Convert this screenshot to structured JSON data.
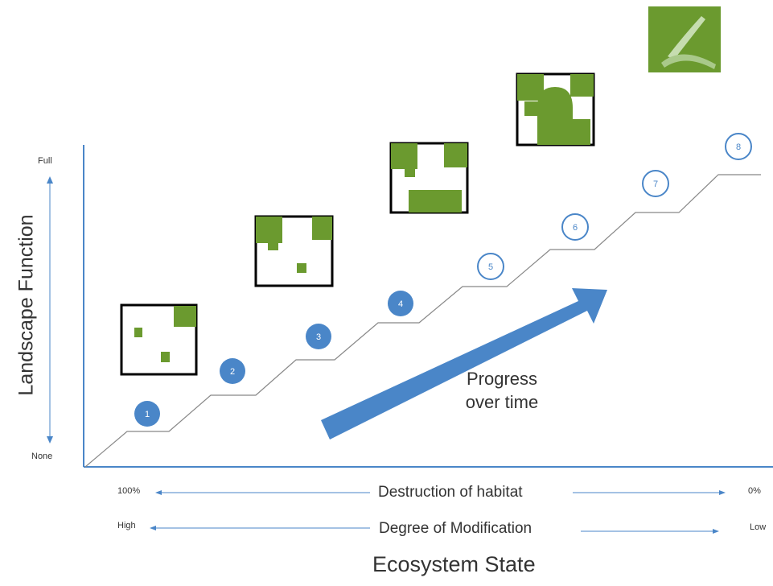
{
  "y_axis": {
    "label": "Landscape Function",
    "top": "Full",
    "bottom": "None"
  },
  "x_axis": {
    "row1": {
      "left": "100%",
      "label": "Destruction of habitat",
      "right": "0%"
    },
    "row2": {
      "left": "High",
      "label": "Degree of Modification",
      "right": "Low"
    },
    "title": "Ecosystem State"
  },
  "progress": {
    "line1": "Progress",
    "line2": "over time"
  },
  "colors": {
    "vegetation": "#6b9a2f",
    "step_filled": "#4a86c8",
    "step_outline": "#4a86c8",
    "arrow": "#4a86c8",
    "axis": "#4a86c8",
    "staircase": "#888888"
  },
  "steps": [
    {
      "number": "1",
      "style": "filled"
    },
    {
      "number": "2",
      "style": "filled"
    },
    {
      "number": "3",
      "style": "filled"
    },
    {
      "number": "4",
      "style": "filled"
    },
    {
      "number": "5",
      "style": "outline"
    },
    {
      "number": "6",
      "style": "outline"
    },
    {
      "number": "7",
      "style": "outline"
    },
    {
      "number": "8",
      "style": "outline"
    }
  ],
  "landscape_tiles": [
    {
      "stage": "1"
    },
    {
      "stage": "2"
    },
    {
      "stage": "3"
    },
    {
      "stage": "4"
    },
    {
      "stage": "5"
    }
  ]
}
